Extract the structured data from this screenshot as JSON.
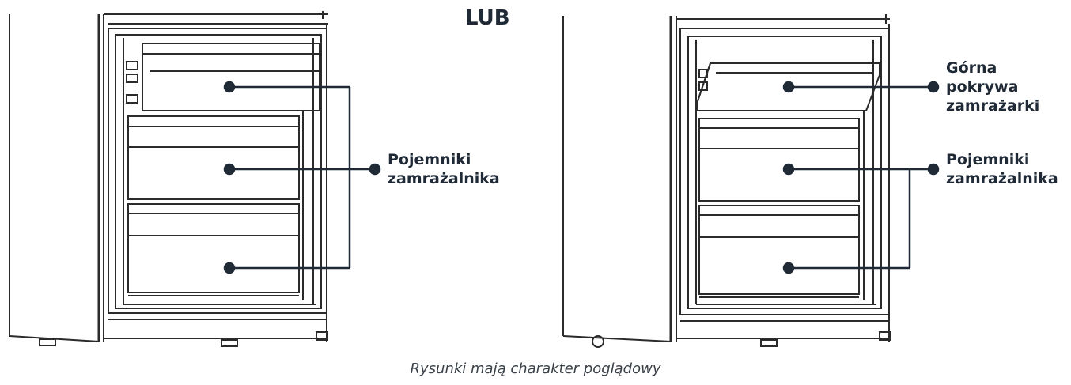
{
  "separator": "LUB",
  "left_figure": {
    "label_line1": "Pojemniki",
    "label_line2": "zamrażalnika"
  },
  "right_figure": {
    "top_label_line1": "Górna",
    "top_label_line2": "pokrywa",
    "top_label_line3": "zamrażarki",
    "bottom_label_line1": "Pojemniki",
    "bottom_label_line2": "zamrażalnika"
  },
  "caption": "Rysunki mają charakter poglądowy",
  "colors": {
    "line": "#1f2a36",
    "drawing": "#2b2b2b"
  }
}
